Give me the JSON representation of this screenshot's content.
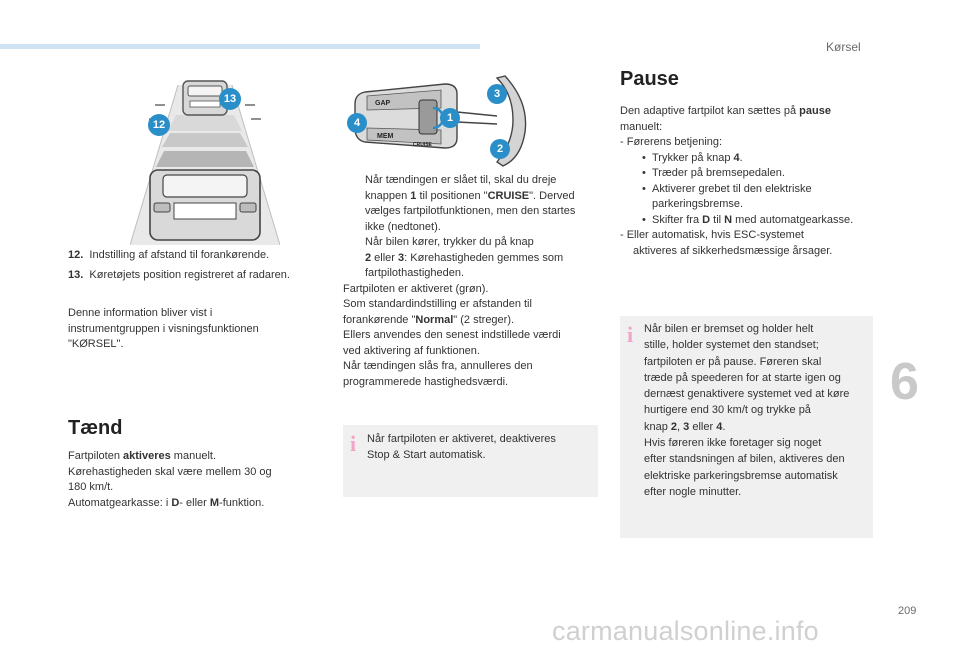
{
  "header": {
    "section": "Kørsel"
  },
  "chapter": "6",
  "page_number": "209",
  "watermark": "carmanualsonline.info",
  "left": {
    "legend": [
      {
        "n": "12.",
        "text": "Indstilling af afstand til forankørende."
      },
      {
        "n": "13.",
        "text": "Køretøjets position registreret af radaren."
      }
    ],
    "para": [
      "Denne information bliver vist i",
      "instrumentgruppen i visningsfunktionen",
      "\"KØRSEL\"."
    ],
    "taend": {
      "title": "Tænd",
      "l1a": "Fartpiloten ",
      "l1b": "aktiveres",
      "l1c": " manuelt.",
      "l2": "Kørehastigheden skal være mellem 30 og",
      "l3": "180 km/t.",
      "l4a": "Automatgearkasse: i ",
      "l4b": "D",
      "l4c": "- eller ",
      "l4d": "M",
      "l4e": "-funktion."
    },
    "figure_badges": [
      "13",
      "12"
    ]
  },
  "middle": {
    "figure_badges": [
      "3",
      "1",
      "4",
      "2"
    ],
    "stalk_labels": [
      "GAP",
      "MEM",
      "CRUISE"
    ],
    "steps": {
      "arrow": "",
      "s1": [
        "Når tændingen er slået til, skal du dreje",
        "knappen ",
        "1",
        " til positionen \"",
        "CRUISE",
        "\". Derved",
        "vælges fartpilotfunktionen, men den startes",
        "ikke (nedtonet)."
      ],
      "s2": [
        "Når bilen kører, trykker du på knap",
        "2",
        " eller ",
        "3",
        ": Kørehastigheden gemmes som",
        "fartpilothastigheden."
      ]
    },
    "after": [
      "Fartpiloten er aktiveret (grøn).",
      "Som standardindstilling er afstanden til",
      "forankørende \"",
      "Normal",
      "\" (2 streger).",
      "Ellers anvendes den senest indstillede værdi",
      "ved aktivering af funktionen.",
      "Når tændingen slås fra, annulleres den",
      "programmerede hastighedsværdi."
    ],
    "info": [
      "Når fartpiloten er aktiveret, deaktiveres",
      "Stop & Start automatisk."
    ]
  },
  "right": {
    "title": "Pause",
    "intro": [
      "Den adaptive fartpilot kan sættes på ",
      "pause",
      "manuelt:"
    ],
    "driver": "-   Førerens betjening:",
    "bullets": [
      [
        "Trykker på knap ",
        "4",
        "."
      ],
      [
        "Træder på bremsepedalen.",
        "",
        ""
      ],
      [
        "Aktiverer grebet til den elektriske",
        "",
        ""
      ],
      [
        "parkeringsbremse.",
        "",
        ""
      ],
      [
        "Skifter fra ",
        "D",
        " til ",
        "N",
        " med automatgearkasse."
      ]
    ],
    "auto": [
      "-   Eller automatisk, hvis ESC-systemet",
      "aktiveres af sikkerhedsmæssige årsager."
    ],
    "info": [
      "Når bilen er bremset og holder helt",
      "stille, holder systemet den standset;",
      "fartpiloten er på pause. Føreren skal",
      "træde på speederen for at starte igen og",
      "dernæst genaktivere systemet ved at køre",
      "hurtigere end 30 km/t og trykke på",
      "knap ",
      "2",
      ", ",
      "3",
      " eller ",
      "4",
      ".",
      "Hvis føreren ikke foretager sig noget",
      "efter standsningen af bilen, aktiveres den",
      "elektriske parkeringsbremse automatisk",
      "efter nogle minutter."
    ]
  },
  "colors": {
    "accent_blue": "#cfe3f3",
    "badge_blue": "#2a8fc9",
    "info_icon": "#f2a5c8",
    "infobox_bg": "#f0f0f0"
  }
}
